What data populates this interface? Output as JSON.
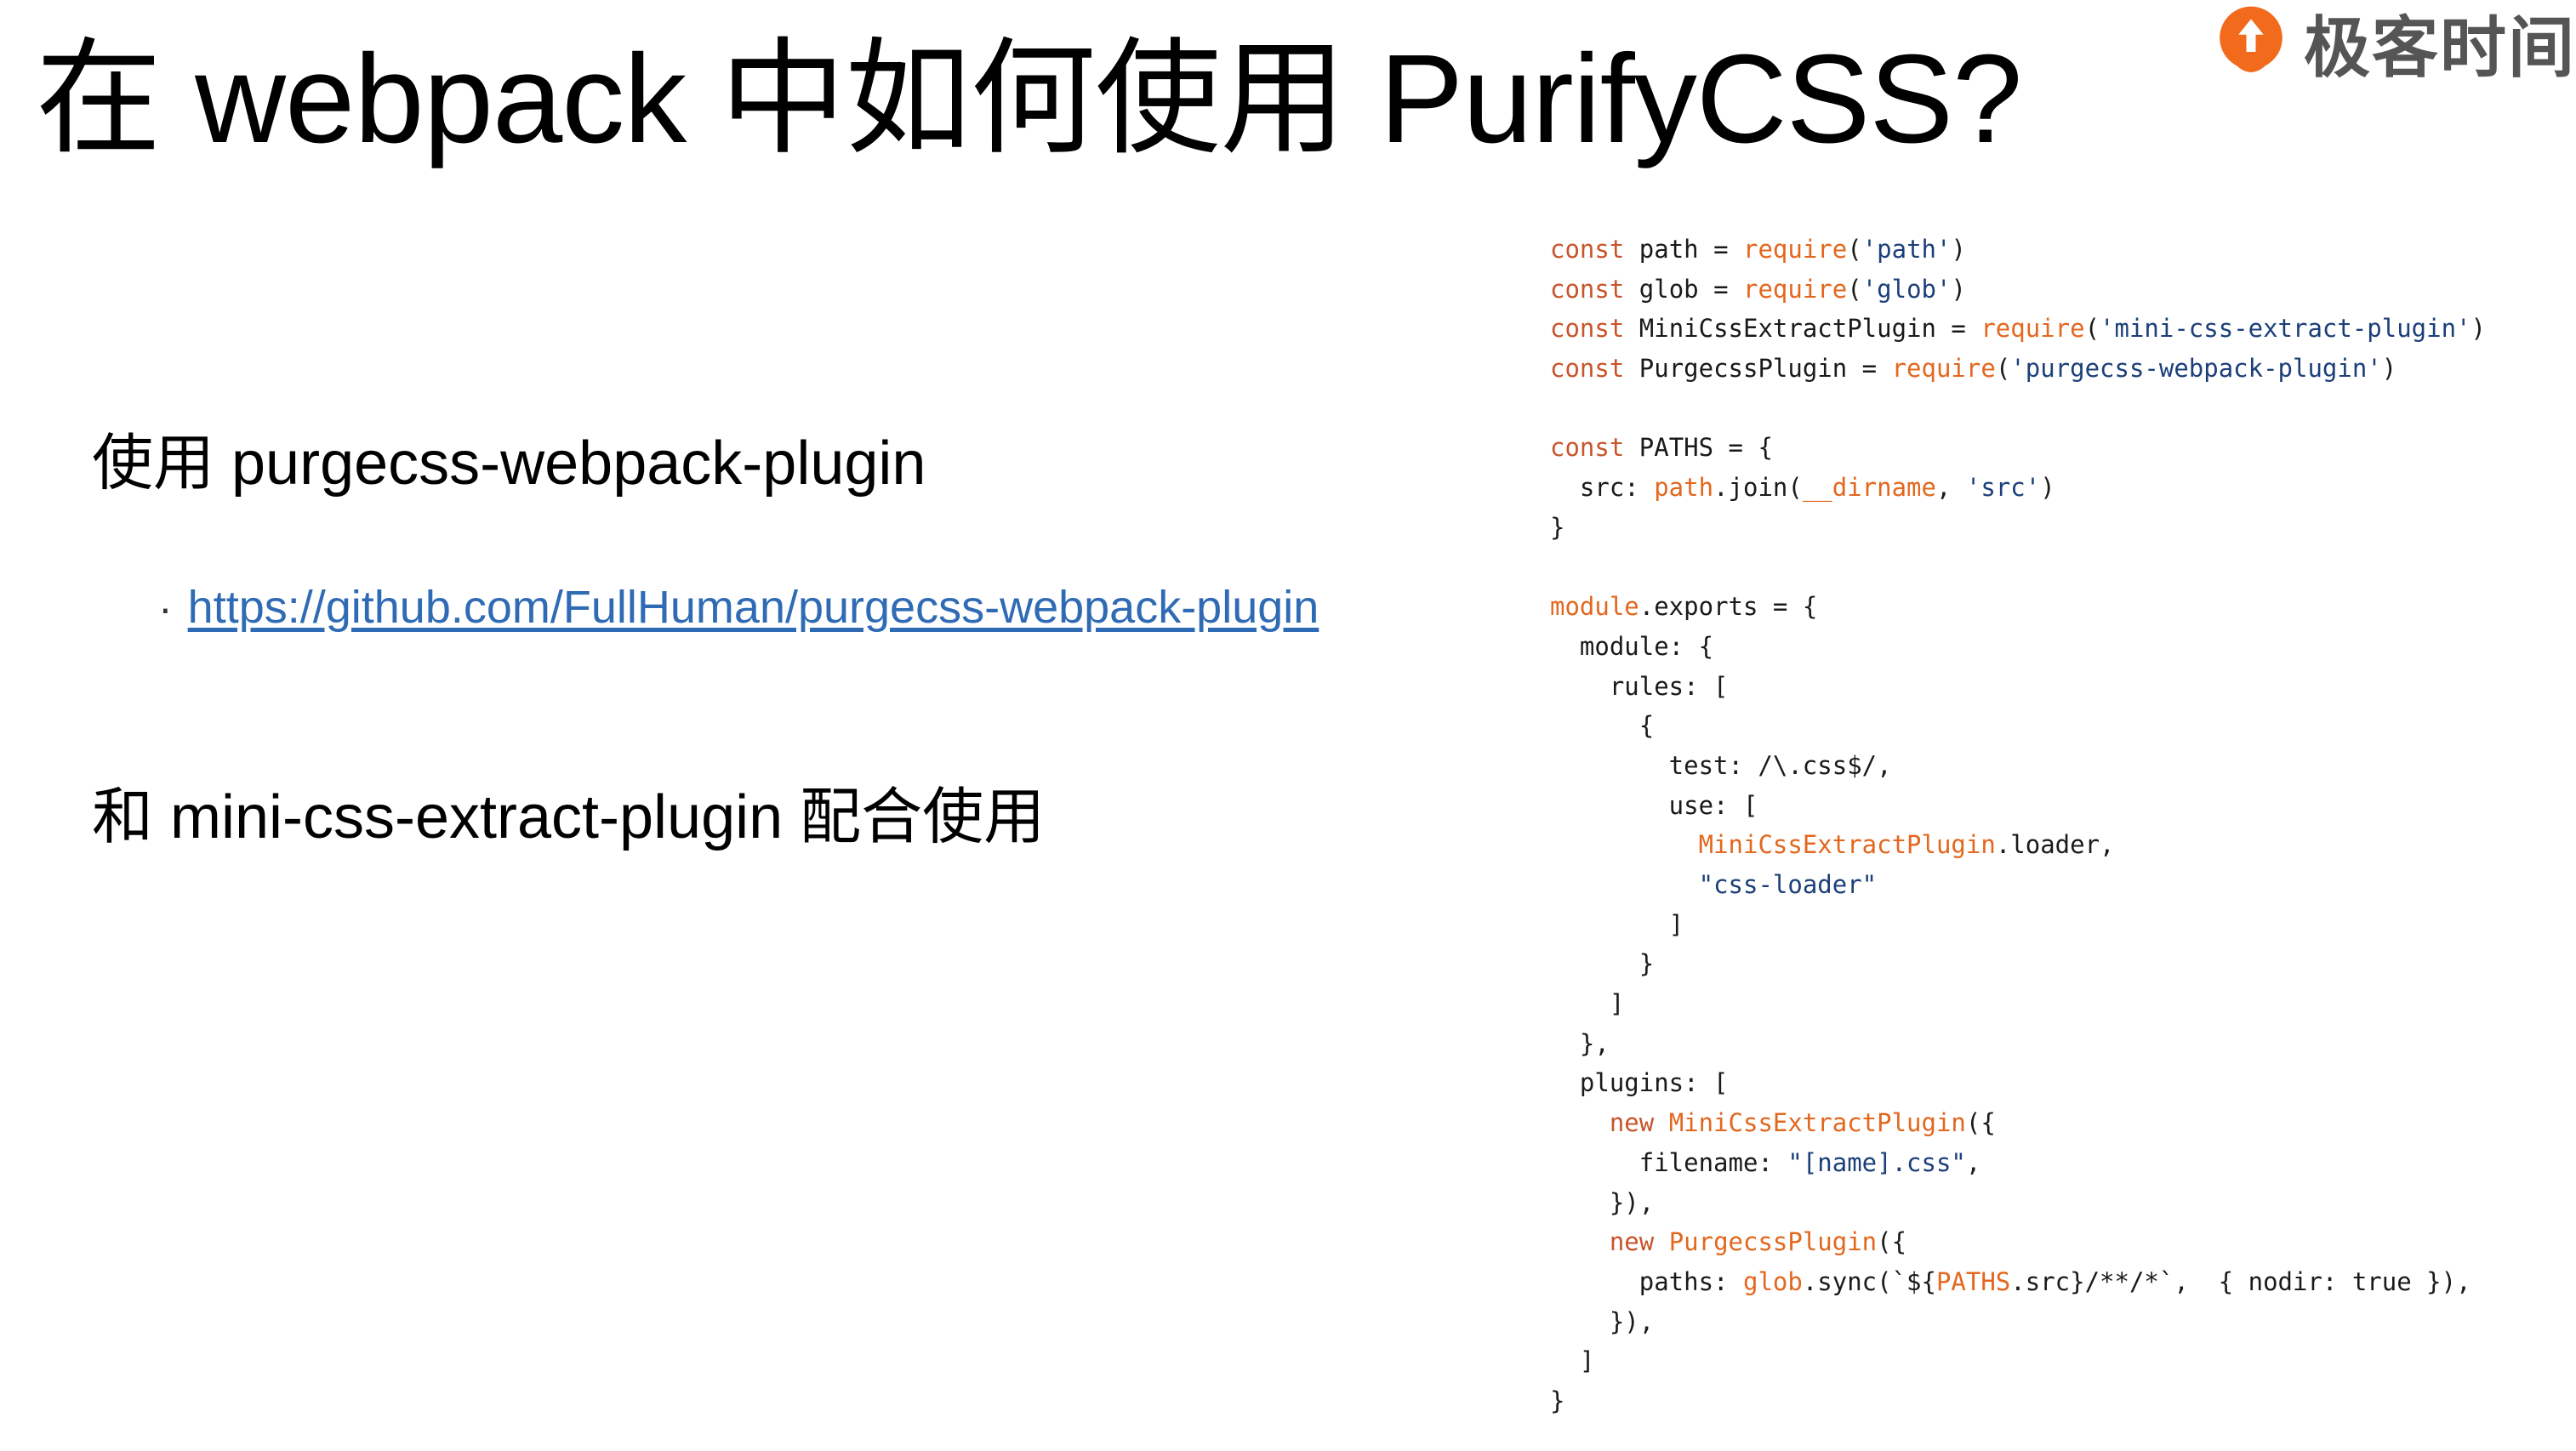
{
  "title": "在 webpack 中如何使用 PurifyCSS?",
  "brand": {
    "name": "极客时间",
    "logo_icon": "geektime-logo-icon",
    "logo_color": "#f26b1d"
  },
  "points": [
    "使用 purgecss-webpack-plugin",
    "和 mini-css-extract-plugin 配合使用"
  ],
  "link": {
    "bullet": "·",
    "text": "https://github.com/FullHuman/purgecss-webpack-plugin"
  },
  "colors": {
    "keyword": "#c8552b",
    "function": "#e3671e",
    "string": "#1c3f7a",
    "plain": "#1a1a1a",
    "link": "#2f6bb5"
  },
  "code": [
    [
      [
        "kw",
        "const"
      ],
      [
        "p",
        " path = "
      ],
      [
        "fn",
        "require"
      ],
      [
        "p",
        "("
      ],
      [
        "str",
        "'path'"
      ],
      [
        "p",
        ")"
      ]
    ],
    [
      [
        "kw",
        "const"
      ],
      [
        "p",
        " glob = "
      ],
      [
        "fn",
        "require"
      ],
      [
        "p",
        "("
      ],
      [
        "str",
        "'glob'"
      ],
      [
        "p",
        ")"
      ]
    ],
    [
      [
        "kw",
        "const"
      ],
      [
        "p",
        " MiniCssExtractPlugin = "
      ],
      [
        "fn",
        "require"
      ],
      [
        "p",
        "("
      ],
      [
        "str",
        "'mini-css-extract-plugin'"
      ],
      [
        "p",
        ")"
      ]
    ],
    [
      [
        "kw",
        "const"
      ],
      [
        "p",
        " PurgecssPlugin = "
      ],
      [
        "fn",
        "require"
      ],
      [
        "p",
        "("
      ],
      [
        "str",
        "'purgecss-webpack-plugin'"
      ],
      [
        "p",
        ")"
      ]
    ],
    [],
    [
      [
        "kw",
        "const"
      ],
      [
        "p",
        " PATHS = {"
      ]
    ],
    [
      [
        "p",
        "  src: "
      ],
      [
        "fn",
        "path"
      ],
      [
        "p",
        ".join("
      ],
      [
        "fn",
        "__dirname"
      ],
      [
        "p",
        ", "
      ],
      [
        "str",
        "'src'"
      ],
      [
        "p",
        ")"
      ]
    ],
    [
      [
        "p",
        "}"
      ]
    ],
    [],
    [
      [
        "fn",
        "module"
      ],
      [
        "p",
        ".exports = {"
      ]
    ],
    [
      [
        "p",
        "  module: {"
      ]
    ],
    [
      [
        "p",
        "    rules: ["
      ]
    ],
    [
      [
        "p",
        "      {"
      ]
    ],
    [
      [
        "p",
        "        test: /\\.css$/,"
      ]
    ],
    [
      [
        "p",
        "        use: ["
      ]
    ],
    [
      [
        "p",
        "          "
      ],
      [
        "fn",
        "MiniCssExtractPlugin"
      ],
      [
        "p",
        ".loader,"
      ]
    ],
    [
      [
        "p",
        "          "
      ],
      [
        "str",
        "\"css-loader\""
      ]
    ],
    [
      [
        "p",
        "        ]"
      ]
    ],
    [
      [
        "p",
        "      }"
      ]
    ],
    [
      [
        "p",
        "    ]"
      ]
    ],
    [
      [
        "p",
        "  },"
      ]
    ],
    [
      [
        "p",
        "  plugins: ["
      ]
    ],
    [
      [
        "p",
        "    "
      ],
      [
        "kw",
        "new"
      ],
      [
        "p",
        " "
      ],
      [
        "fn",
        "MiniCssExtractPlugin"
      ],
      [
        "p",
        "({"
      ]
    ],
    [
      [
        "p",
        "      filename: "
      ],
      [
        "str",
        "\"[name].css\""
      ],
      [
        "p",
        ","
      ]
    ],
    [
      [
        "p",
        "    }),"
      ]
    ],
    [
      [
        "p",
        "    "
      ],
      [
        "kw",
        "new"
      ],
      [
        "p",
        " "
      ],
      [
        "fn",
        "PurgecssPlugin"
      ],
      [
        "p",
        "({"
      ]
    ],
    [
      [
        "p",
        "      paths: "
      ],
      [
        "fn",
        "glob"
      ],
      [
        "p",
        ".sync(`${"
      ],
      [
        "fn",
        "PATHS"
      ],
      [
        "p",
        ".src}/**/*`,  { nodir: true }),"
      ]
    ],
    [
      [
        "p",
        "    }),"
      ]
    ],
    [
      [
        "p",
        "  ]"
      ]
    ],
    [
      [
        "p",
        "}"
      ]
    ]
  ]
}
